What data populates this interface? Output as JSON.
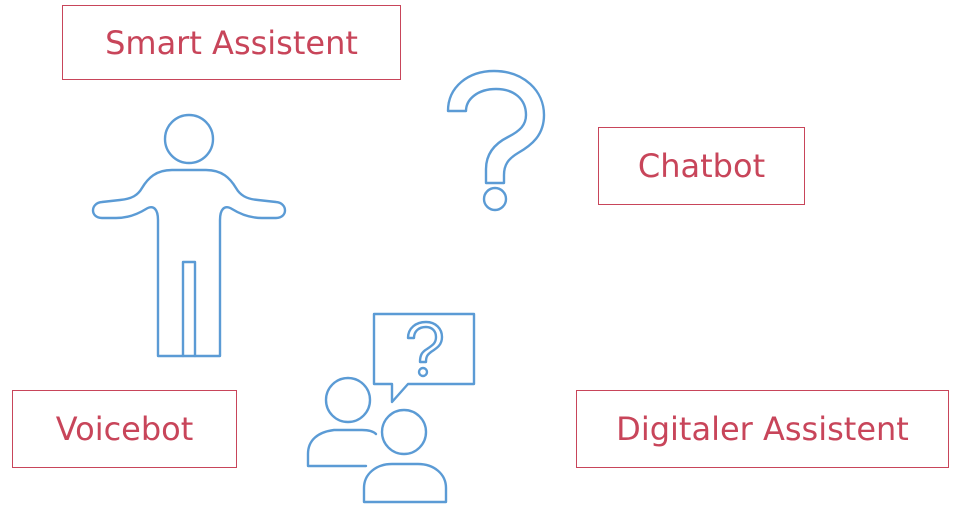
{
  "labels": {
    "smart_assistant": "Smart Assistent",
    "chatbot": "Chatbot",
    "voicebot": "Voicebot",
    "digital_assistant": "Digitaler Assistent"
  },
  "icons": {
    "person": "shrugging-person-icon",
    "question": "question-mark-icon",
    "conversation": "people-conversation-icon"
  },
  "colors": {
    "label_text": "#c8455a",
    "label_border": "#c8455a",
    "icon_stroke": "#5b9bd5",
    "background": "#ffffff"
  }
}
